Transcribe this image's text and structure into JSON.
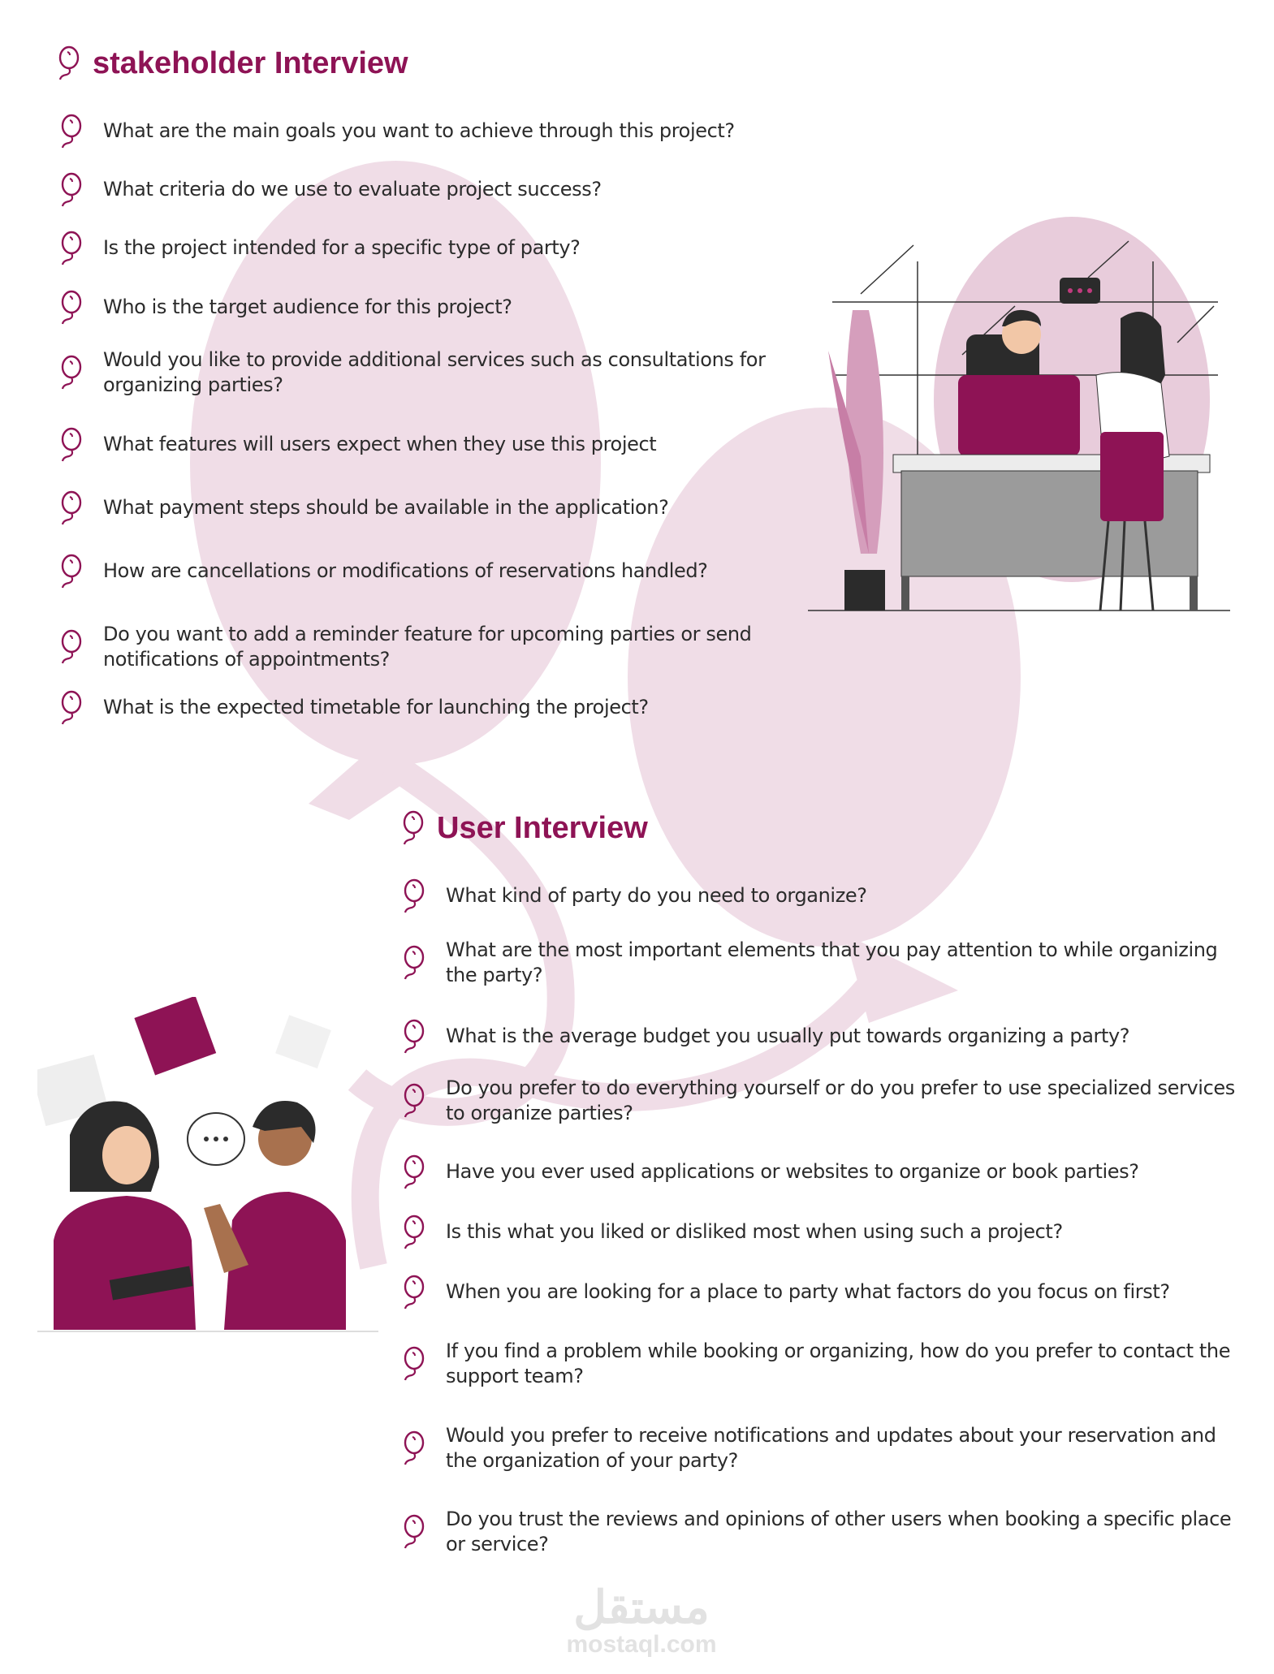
{
  "colors": {
    "accent": "#8e1355",
    "balloon_bg": "#f0dde7",
    "text": "#2b2b2b"
  },
  "stakeholder": {
    "title": "stakeholder Interview",
    "questions": [
      "What are the main goals you want to achieve through this project?",
      "What criteria do we use to evaluate project success?",
      "Is the project intended for a specific type of party?",
      "Who is the target audience for this project?",
      "Would you like to provide additional services such as consultations for organizing parties?",
      "What features will users expect when they use this project",
      "What payment steps should be available in the application?",
      "How are cancellations or modifications of reservations handled?",
      "Do you want to add a reminder feature for upcoming parties or send notifications of appointments?",
      "What is the expected timetable for launching the project?"
    ]
  },
  "user": {
    "title": "User Interview",
    "questions": [
      "What kind of party do you need to organize?",
      "What are the most important elements that you pay attention to while organizing the party?",
      "What is the average budget you usually put towards organizing a party?",
      "Do you prefer to do everything yourself or do you prefer to use specialized services to organize parties?",
      "Have you ever used applications or websites to organize or book parties?",
      "Is this what you liked or disliked most when using such a project?",
      "When you are looking for a place to party what factors do you focus on first?",
      "If you find a problem while booking or organizing, how do you prefer to contact the support team?",
      "Would you prefer to receive notifications and updates about your reservation and the organization of your party?",
      "Do you trust the reviews and opinions of other users when booking a specific place or service?"
    ]
  },
  "watermark": {
    "arabic": "مستقل",
    "latin": "mostaql.com"
  }
}
